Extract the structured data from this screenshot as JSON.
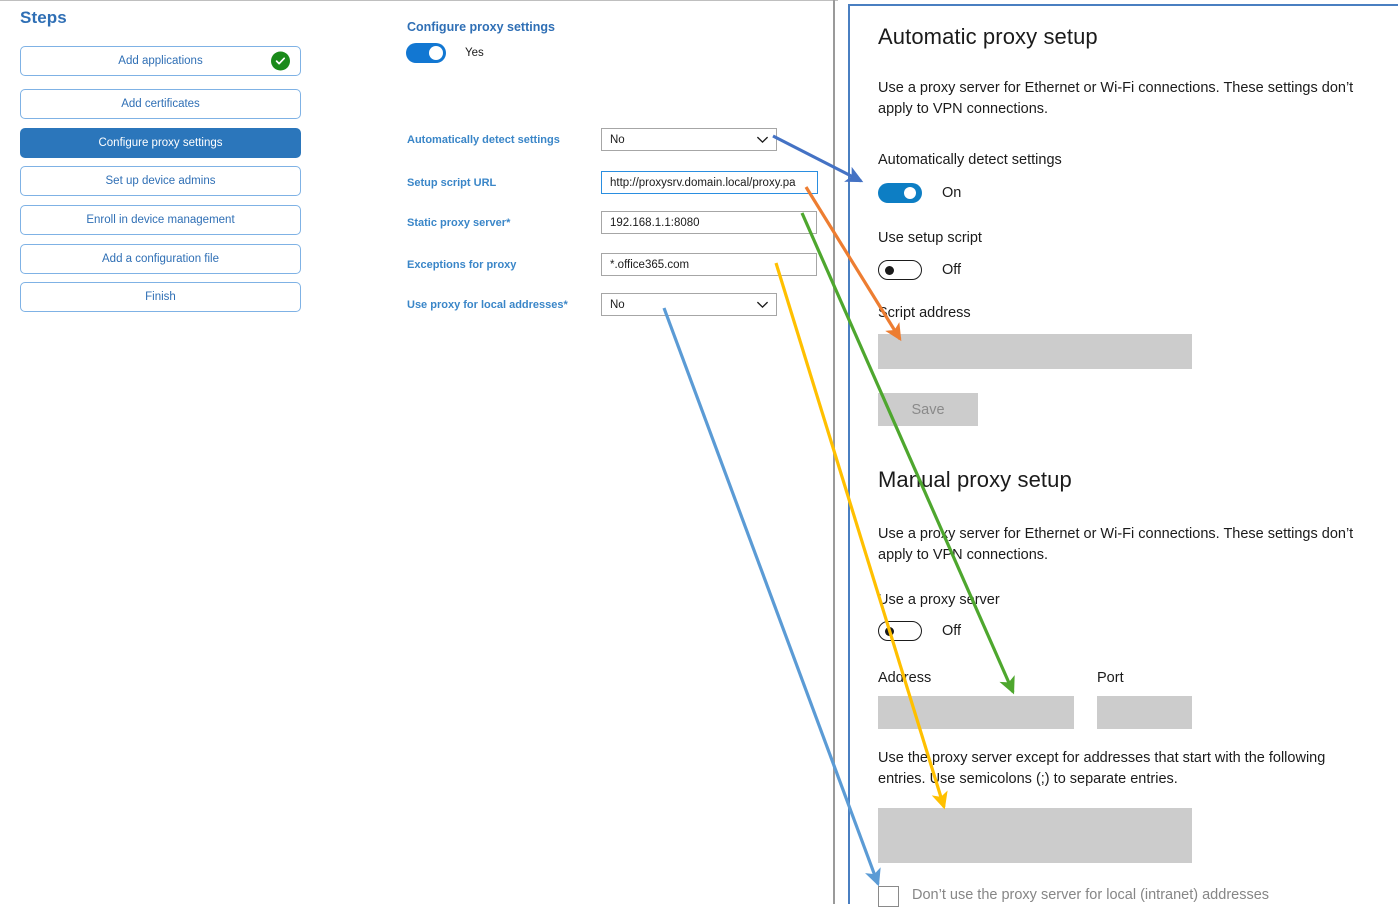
{
  "steps": {
    "title": "Steps",
    "items": [
      {
        "label": "Add applications",
        "state": "complete",
        "active": false
      },
      {
        "label": "Add certificates",
        "state": "pending",
        "active": false
      },
      {
        "label": "Configure proxy settings",
        "state": "pending",
        "active": true
      },
      {
        "label": "Set up device admins",
        "state": "pending",
        "active": false
      },
      {
        "label": "Enroll in device management",
        "state": "pending",
        "active": false
      },
      {
        "label": "Add a configuration file",
        "state": "pending",
        "active": false
      },
      {
        "label": "Finish",
        "state": "pending",
        "active": false
      }
    ]
  },
  "form": {
    "heading": "Configure proxy settings",
    "master_toggle": {
      "value": "Yes",
      "on": true
    },
    "fields": [
      {
        "label": "Automatically detect settings",
        "required": false,
        "type": "select",
        "value": "No"
      },
      {
        "label": "Setup script URL",
        "required": false,
        "type": "text",
        "value": "http://proxysrv.domain.local/proxy.pa",
        "focused": true
      },
      {
        "label": "Static proxy server",
        "required": true,
        "type": "text",
        "value": "192.168.1.1:8080"
      },
      {
        "label": "Exceptions for proxy",
        "required": false,
        "type": "text",
        "value": "*.office365.com"
      },
      {
        "label": "Use proxy for local addresses",
        "required": true,
        "type": "select",
        "value": "No"
      }
    ]
  },
  "settings": {
    "automatic": {
      "heading": "Automatic proxy setup",
      "description": "Use a proxy server for Ethernet or Wi-Fi connections. These settings don’t apply to VPN connections.",
      "detect_label": "Automatically detect settings",
      "detect_state": "On",
      "script_toggle_label": "Use setup script",
      "script_toggle_state": "Off",
      "script_address_label": "Script address",
      "script_address_value": "",
      "save_label": "Save"
    },
    "manual": {
      "heading": "Manual proxy setup",
      "description": "Use a proxy server for Ethernet or Wi-Fi connections. These settings don’t apply to VPN connections.",
      "use_proxy_label": "Use a proxy server",
      "use_proxy_state": "Off",
      "address_label": "Address",
      "address_value": "",
      "port_label": "Port",
      "port_value": "",
      "exceptions_description": "Use the proxy server except for addresses that start with the following entries. Use semicolons (;) to separate entries.",
      "exceptions_value": "",
      "bypass_local_label": "Don’t use the proxy server for local (intranet) addresses",
      "bypass_local_checked": false
    }
  },
  "annotations": {
    "arrows": [
      {
        "name": "auto-detect-mapping",
        "color": "#4472c4",
        "from": "Automatically detect settings dropdown",
        "to": "Automatically detect settings toggle"
      },
      {
        "name": "setup-script-mapping",
        "color": "#ed7d31",
        "from": "Setup script URL field",
        "to": "Script address box"
      },
      {
        "name": "static-proxy-mapping",
        "color": "#4ea72e",
        "from": "Static proxy server field",
        "to": "Address box"
      },
      {
        "name": "exceptions-mapping",
        "color": "#ffc000",
        "from": "Exceptions for proxy field",
        "to": "Exceptions box"
      },
      {
        "name": "local-addresses-mapping",
        "color": "#5b9bd5",
        "from": "Use proxy for local addresses dropdown",
        "to": "Don’t use the proxy server for local (intranet) addresses checkbox"
      }
    ]
  },
  "theme": {
    "accent_blue": "#2b76bb",
    "label_blue": "#3a86c8",
    "toggle_on": "#1277d2",
    "win_toggle_on": "#0d7ec4",
    "check_green": "#1a8a1a",
    "field_fill": "#cccccc"
  }
}
